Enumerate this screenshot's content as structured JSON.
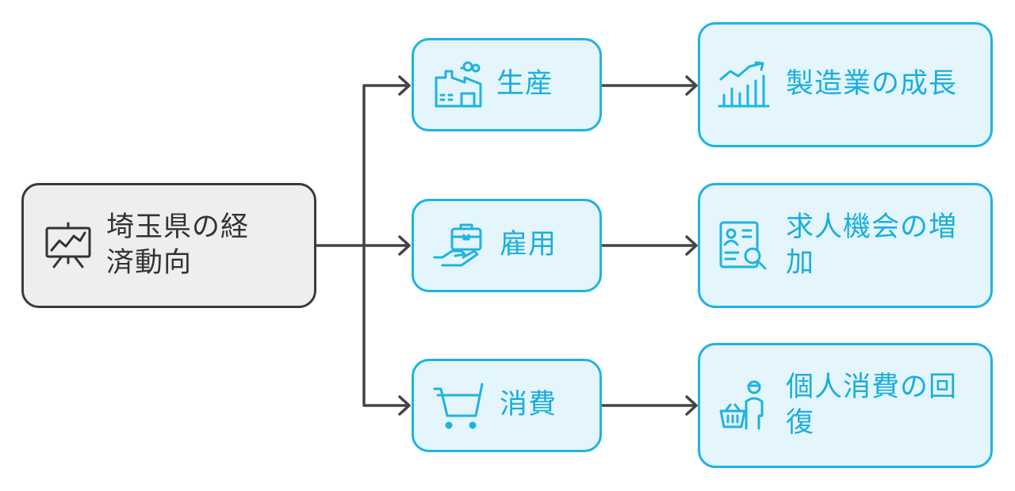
{
  "root": {
    "label": "埼玉県の経済動向",
    "icon": "presentation-chart-icon"
  },
  "branches": [
    {
      "label": "生産",
      "icon": "factory-icon",
      "result": {
        "label": "製造業の成長",
        "icon": "growth-bar-chart-icon"
      }
    },
    {
      "label": "雇用",
      "icon": "hand-briefcase-icon",
      "result": {
        "label": "求人機会の増加",
        "icon": "resume-search-icon"
      }
    },
    {
      "label": "消費",
      "icon": "shopping-cart-icon",
      "result": {
        "label": "個人消費の回復",
        "icon": "person-basket-icon"
      }
    }
  ],
  "colors": {
    "accent": "#1fb3e0",
    "accent_fill": "#e4f6fc",
    "root_border": "#3a3a3a",
    "root_fill": "#eeeeee",
    "connector": "#444444"
  }
}
